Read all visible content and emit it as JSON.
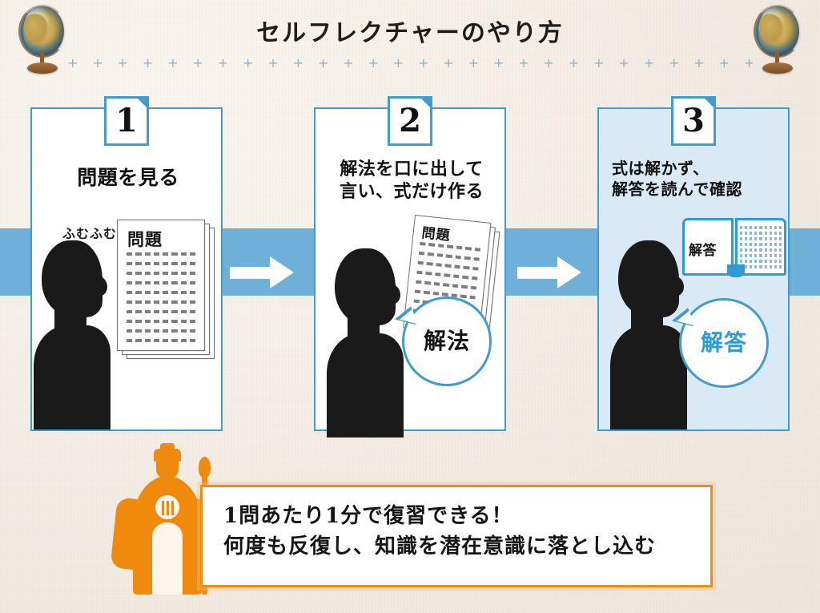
{
  "header": {
    "title": "セルフレクチャーのやり方",
    "divider_glyphs": "+ + + + + + + + + + + + + + + + + + + + + + + + + + + + + + + + + + + + + + + + + + + + + + + + + + + + + + + + + + + + + + + +",
    "globe_left_name": "globe",
    "globe_right_name": "globe"
  },
  "colors": {
    "panel_border": "#3f9ccd",
    "flow_band": "#6fb0d8",
    "panel3_bg": "#d9e9f6",
    "accent_orange": "#ef8c12",
    "bubble_blue_text": "#2e9bd4",
    "page_bg": "#f3efe9"
  },
  "panels": [
    {
      "number": "1",
      "heading": "問題を見る",
      "annotation": "ふむふむ",
      "paper_title": "問題",
      "bubble_text": null
    },
    {
      "number": "2",
      "heading_line1": "解法を口に出して",
      "heading_line2": "言い、式だけ作る",
      "paper_title": "問題",
      "bubble_text": "解法"
    },
    {
      "number": "3",
      "heading_line1": "式は解かず、",
      "heading_line2": "解答を読んで確認",
      "book_label": "解答",
      "bubble_text": "解答"
    }
  ],
  "arrows": [
    {
      "label": "step-1-to-2"
    },
    {
      "label": "step-2-to-3"
    }
  ],
  "banner": {
    "line1": "1問あたり1分で復習できる！",
    "line2": "何度も反復し、知識を潜在意識に落とし込む",
    "mascot_name": "sage-silhouette"
  }
}
